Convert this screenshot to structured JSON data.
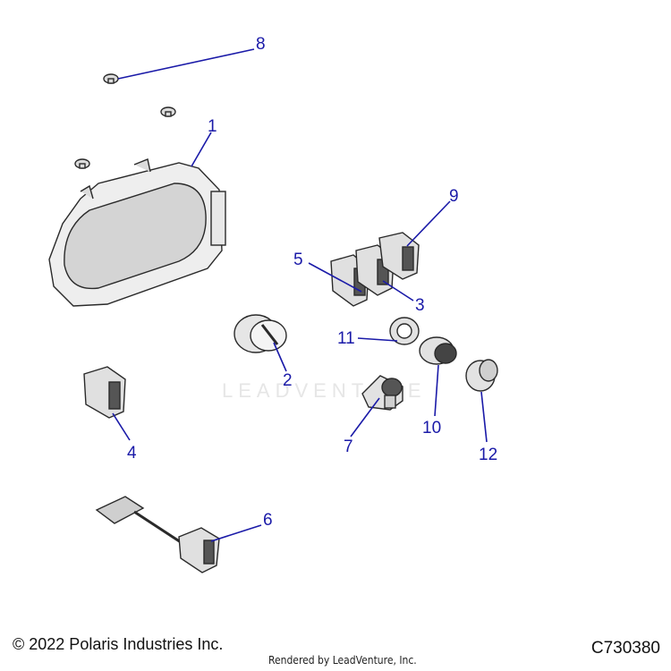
{
  "callouts": [
    {
      "number": "1"
    },
    {
      "number": "2"
    },
    {
      "number": "3"
    },
    {
      "number": "4"
    },
    {
      "number": "5"
    },
    {
      "number": "6"
    },
    {
      "number": "7"
    },
    {
      "number": "8"
    },
    {
      "number": "9"
    },
    {
      "number": "10"
    },
    {
      "number": "11"
    },
    {
      "number": "12"
    }
  ],
  "footer": {
    "copyright": "© 2022 Polaris Industries Inc.",
    "rendered_by": "Rendered by LeadVenture, Inc.",
    "diagram_code": "C730380"
  },
  "watermark": "LEADVENTURE",
  "colors": {
    "callout": "#1a1aa8",
    "part_fill": "#e4e4e4",
    "part_stroke": "#2a2a2a"
  }
}
